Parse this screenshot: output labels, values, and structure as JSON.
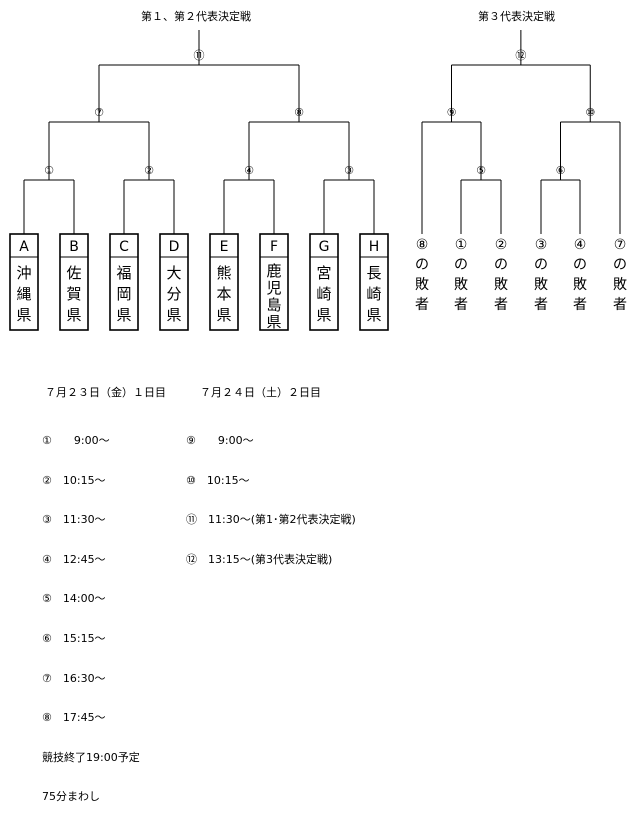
{
  "titles": {
    "main": "第１、第２代表決定戦",
    "third": "第３代表決定戦"
  },
  "teams": [
    {
      "letter": "A",
      "name": "沖縄県"
    },
    {
      "letter": "B",
      "name": "佐賀県"
    },
    {
      "letter": "C",
      "name": "福岡県"
    },
    {
      "letter": "D",
      "name": "大分県"
    },
    {
      "letter": "E",
      "name": "熊本県"
    },
    {
      "letter": "F",
      "name": "鹿児島県"
    },
    {
      "letter": "G",
      "name": "宮崎県"
    },
    {
      "letter": "H",
      "name": "長崎県"
    }
  ],
  "match_labels": [
    "①",
    "②",
    "③",
    "④",
    "⑤",
    "⑥",
    "⑦",
    "⑧",
    "⑨",
    "⑩",
    "⑪",
    "⑫"
  ],
  "losers": [
    {
      "label": "⑧の敗者"
    },
    {
      "label": "①の敗者"
    },
    {
      "label": "②の敗者"
    },
    {
      "label": "③の敗者"
    },
    {
      "label": "④の敗者"
    },
    {
      "label": "⑦の敗者"
    }
  ],
  "schedule": {
    "day1_header": "７月２３日（金）１日目",
    "day1_lines": [
      "①　　9:00～",
      "②　10:15～",
      "③　11:30～",
      "④　12:45～",
      "⑤　14:00～",
      "⑥　15:15～",
      "⑦　16:30～",
      "⑧　17:45～",
      "競技終了19:00予定",
      "75分まわし"
    ],
    "day2_header": "７月２４日（土）２日目",
    "day2_lines": [
      "⑨　　9:00～",
      "⑩　10:15～",
      "⑪　11:30～(第1･第2代表決定戦)",
      "⑫　13:15～(第3代表決定戦)"
    ]
  }
}
